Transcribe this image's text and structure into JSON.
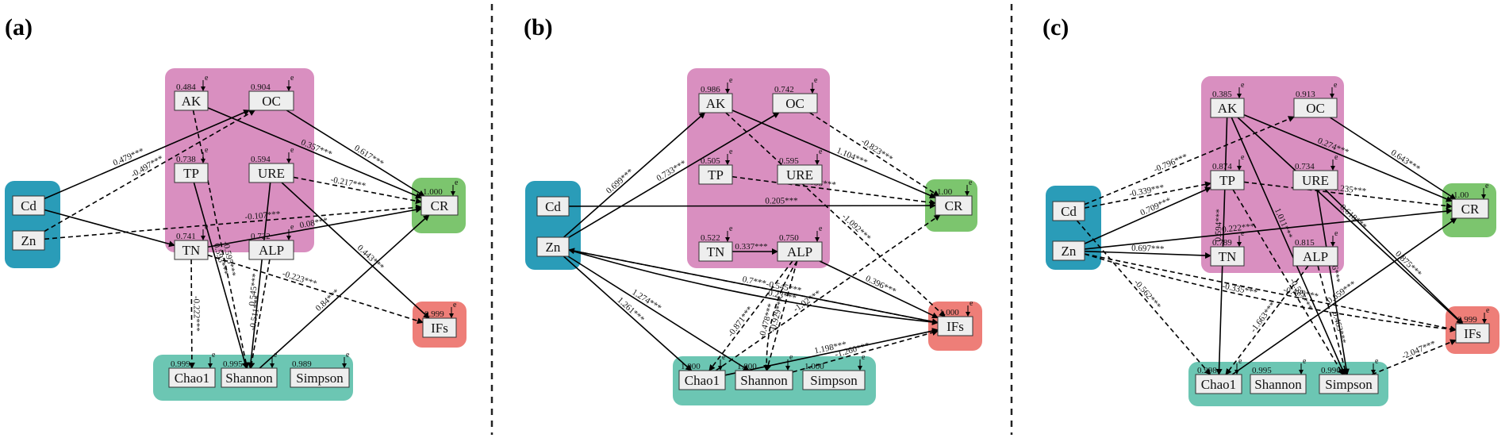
{
  "panels": [
    {
      "label": "(a)",
      "nodes": {
        "AK": {
          "text": "AK",
          "r2": "0.484"
        },
        "OC": {
          "text": "OC",
          "r2": "0.904"
        },
        "TP": {
          "text": "TP",
          "r2": "0.738"
        },
        "URE": {
          "text": "URE",
          "r2": "0.594"
        },
        "TN": {
          "text": "TN",
          "r2": "0.741"
        },
        "ALP": {
          "text": "ALP",
          "r2": "0.722"
        },
        "Cd": {
          "text": "Cd"
        },
        "Zn": {
          "text": "Zn"
        },
        "CR": {
          "text": "CR",
          "r2": "1.000"
        },
        "IFs": {
          "text": "IFs",
          "r2": "0.999"
        },
        "Chao1": {
          "text": "Chao1",
          "r2": "0.999"
        },
        "Shannon": {
          "text": "Shannon",
          "r2": "0.995"
        },
        "Simpson": {
          "text": "Simpson",
          "r2": "0.989"
        }
      },
      "paths": [
        {
          "from": "Cd",
          "to": "OC",
          "coef": "0.479***",
          "dashed": false
        },
        {
          "from": "Zn",
          "to": "OC",
          "coef": "-0.497***",
          "dashed": true
        },
        {
          "from": "Zn",
          "to": "CR",
          "coef": "-0.107***",
          "dashed": true
        },
        {
          "from": "Cd",
          "to": "TN",
          "coef": "",
          "dashed": false
        },
        {
          "from": "AK",
          "to": "CR",
          "coef": "0.357***",
          "dashed": false
        },
        {
          "from": "OC",
          "to": "CR",
          "coef": "0.617***",
          "dashed": false
        },
        {
          "from": "URE",
          "to": "CR",
          "coef": "-0.217***",
          "dashed": true
        },
        {
          "from": "TN",
          "to": "CR",
          "coef": "0.08***",
          "dashed": false
        },
        {
          "from": "URE",
          "to": "IFs",
          "coef": "0.443***",
          "dashed": false
        },
        {
          "from": "TN",
          "to": "IFs",
          "coef": "-0.223***",
          "dashed": true
        },
        {
          "from": "TN",
          "to": "Chao1",
          "coef": "-0.222***",
          "dashed": true
        },
        {
          "from": "AK",
          "to": "Shannon",
          "coef": "-0.595***",
          "dashed": true
        },
        {
          "from": "TP",
          "to": "Shannon",
          "coef": "0.593***",
          "dashed": false
        },
        {
          "from": "ALP",
          "to": "Shannon",
          "coef": "-0.511***",
          "dashed": true
        },
        {
          "from": "URE",
          "to": "Shannon",
          "coef": "0.545***",
          "dashed": false
        },
        {
          "from": "Shannon",
          "to": "CR",
          "coef": "0.84***",
          "dashed": false
        }
      ]
    },
    {
      "label": "(b)",
      "nodes": {
        "AK": {
          "text": "AK",
          "r2": "0.986"
        },
        "OC": {
          "text": "OC",
          "r2": "0.742"
        },
        "TP": {
          "text": "TP",
          "r2": "0.505"
        },
        "URE": {
          "text": "URE",
          "r2": "0.595"
        },
        "TN": {
          "text": "TN",
          "r2": "0.522"
        },
        "ALP": {
          "text": "ALP",
          "r2": "0.750"
        },
        "Cd": {
          "text": "Cd"
        },
        "Zn": {
          "text": "Zn"
        },
        "CR": {
          "text": "CR",
          "r2": "1.00"
        },
        "IFs": {
          "text": "IFs",
          "r2": "1.000"
        },
        "Chao1": {
          "text": "Chao1",
          "r2": "1.000"
        },
        "Shannon": {
          "text": "Shannon",
          "r2": "1.000"
        },
        "Simpson": {
          "text": "Simpson",
          "r2": "1.000"
        }
      },
      "paths": [
        {
          "from": "Zn",
          "to": "AK",
          "coef": "0.699***",
          "dashed": false
        },
        {
          "from": "Zn",
          "to": "OC",
          "coef": "0.733***",
          "dashed": false
        },
        {
          "from": "Cd",
          "to": "CR",
          "coef": "0.205***",
          "dashed": false
        },
        {
          "from": "TP",
          "to": "CR",
          "coef": "-0.533***",
          "dashed": true
        },
        {
          "from": "OC",
          "to": "CR",
          "coef": "-0.823***",
          "dashed": true
        },
        {
          "from": "AK",
          "to": "CR",
          "coef": "1.104***",
          "dashed": false
        },
        {
          "from": "TN",
          "to": "ALP",
          "coef": "0.337***",
          "dashed": false
        },
        {
          "from": "ALP",
          "to": "IFs",
          "coef": "0.396***",
          "dashed": false
        },
        {
          "from": "AK",
          "to": "IFs",
          "coef": "-1.092***",
          "dashed": true
        },
        {
          "from": "Chao1",
          "to": "CR",
          "coef": "-1.02***",
          "dashed": true
        },
        {
          "from": "Zn",
          "to": "IFs",
          "coef": "0.7***",
          "dashed": false
        },
        {
          "from": "Zn",
          "to": "IFs",
          "coef": "0.23***",
          "dashed": false
        },
        {
          "from": "Zn",
          "to": "Shannon",
          "coef": "1.274***",
          "dashed": false
        },
        {
          "from": "Zn",
          "to": "Chao1",
          "coef": "1.261***",
          "dashed": false
        },
        {
          "from": "ALP",
          "to": "Chao1",
          "coef": "-0.871***",
          "dashed": true
        },
        {
          "from": "IFs",
          "to": "Zn",
          "coef": "-0.545***",
          "dashed": true
        },
        {
          "from": "ALP",
          "to": "Shannon",
          "coef": "-0.929***",
          "dashed": true
        },
        {
          "from": "ALP",
          "to": "Shannon",
          "coef": "-0.478***",
          "dashed": true
        },
        {
          "from": "Shannon",
          "to": "IFs",
          "coef": "-1.260***",
          "dashed": true
        },
        {
          "from": "Chao1",
          "to": "IFs",
          "coef": "1.198***",
          "dashed": false
        }
      ]
    },
    {
      "label": "(c)",
      "nodes": {
        "AK": {
          "text": "AK",
          "r2": "0.385"
        },
        "OC": {
          "text": "OC",
          "r2": "0.913"
        },
        "TP": {
          "text": "TP",
          "r2": "0.874"
        },
        "URE": {
          "text": "URE",
          "r2": "0.734"
        },
        "TN": {
          "text": "TN",
          "r2": "0.789"
        },
        "ALP": {
          "text": "ALP",
          "r2": "0.815"
        },
        "Cd": {
          "text": "Cd"
        },
        "Zn": {
          "text": "Zn"
        },
        "CR": {
          "text": "CR",
          "r2": "1.00"
        },
        "IFs": {
          "text": "IFs",
          "r2": "0.999"
        },
        "Chao1": {
          "text": "Chao1",
          "r2": "0.998"
        },
        "Shannon": {
          "text": "Shannon",
          "r2": "0.995"
        },
        "Simpson": {
          "text": "Simpson",
          "r2": "0.996"
        }
      },
      "paths": [
        {
          "from": "Cd",
          "to": "OC",
          "coef": "-0.796***",
          "dashed": true
        },
        {
          "from": "Cd",
          "to": "TP",
          "coef": "-0.339***",
          "dashed": true
        },
        {
          "from": "Zn",
          "to": "TP",
          "coef": "0.709***",
          "dashed": false
        },
        {
          "from": "Zn",
          "to": "CR",
          "coef": "0.222***",
          "dashed": false
        },
        {
          "from": "Zn",
          "to": "TN",
          "coef": "0.697***",
          "dashed": false
        },
        {
          "from": "Zn",
          "to": "IFs",
          "coef": "-0.489***",
          "dashed": true
        },
        {
          "from": "Zn",
          "to": "IFs",
          "coef": "-0.335***",
          "dashed": true
        },
        {
          "from": "Cd",
          "to": "Chao1",
          "coef": "-0.562***",
          "dashed": true
        },
        {
          "from": "OC",
          "to": "CR",
          "coef": "0.643***",
          "dashed": false
        },
        {
          "from": "AK",
          "to": "CR",
          "coef": "0.274***",
          "dashed": false
        },
        {
          "from": "TP",
          "to": "CR",
          "coef": "-0.235***",
          "dashed": true
        },
        {
          "from": "URE",
          "to": "IFs",
          "coef": "0.875***",
          "dashed": false
        },
        {
          "from": "AK",
          "to": "Simpson",
          "coef": "1.011***",
          "dashed": false
        },
        {
          "from": "AK",
          "to": "IFs",
          "coef": "0.618***",
          "dashed": false
        },
        {
          "from": "TP",
          "to": "Simpson",
          "coef": "-0.577***",
          "dashed": true
        },
        {
          "from": "URE",
          "to": "Simpson",
          "coef": "0.836***",
          "dashed": false
        },
        {
          "from": "ALP",
          "to": "Chao1",
          "coef": "-1.663***",
          "dashed": true
        },
        {
          "from": "ALP",
          "to": "Simpson",
          "coef": "0.463***",
          "dashed": true
        },
        {
          "from": "AK",
          "to": "Chao1",
          "coef": "0.594***",
          "dashed": false
        },
        {
          "from": "Chao1",
          "to": "CR",
          "coef": "0.659***",
          "dashed": false
        },
        {
          "from": "Simpson",
          "to": "IFs",
          "coef": "-2.047***",
          "dashed": true
        }
      ]
    }
  ],
  "error_label": "e",
  "colors": {
    "soil_group": "#d98fc0",
    "metal_group": "#2a9cb8",
    "microbe_group": "#6cc6b3",
    "cr_group": "#7cc56e",
    "ifs_group": "#ee7e78",
    "node_fill": "#eeeeee",
    "divider": "#222222"
  }
}
